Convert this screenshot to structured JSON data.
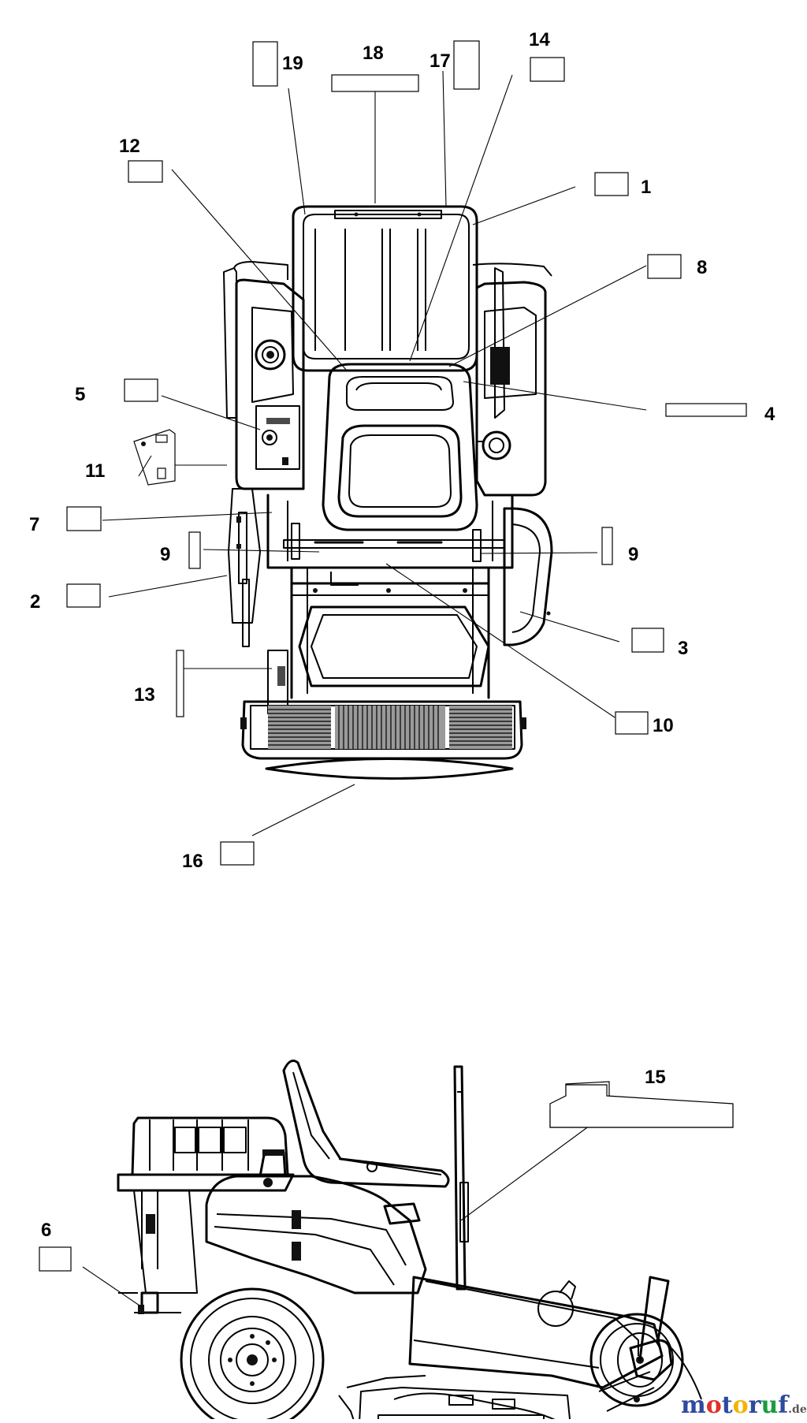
{
  "callouts": {
    "c1": "1",
    "c2": "2",
    "c3": "3",
    "c4": "4",
    "c5": "5",
    "c6": "6",
    "c7": "7",
    "c8": "8",
    "c9a": "9",
    "c9b": "9",
    "c10": "10",
    "c11": "11",
    "c12": "12",
    "c13": "13",
    "c14": "14",
    "c15": "15",
    "c16": "16",
    "c17": "17",
    "c18": "18",
    "c19": "19"
  },
  "watermark": {
    "m": "m",
    "o1": "o",
    "t": "t",
    "o2": "o",
    "r": "r",
    "u": "u",
    "f": "f",
    "suffix": ".de",
    "colors": {
      "m": "#2e4a9e",
      "o1": "#e0312b",
      "t": "#2e4a9e",
      "o2": "#f2b400",
      "r": "#2e4a9e",
      "u": "#1a9c3e",
      "f": "#2e4a9e"
    }
  }
}
